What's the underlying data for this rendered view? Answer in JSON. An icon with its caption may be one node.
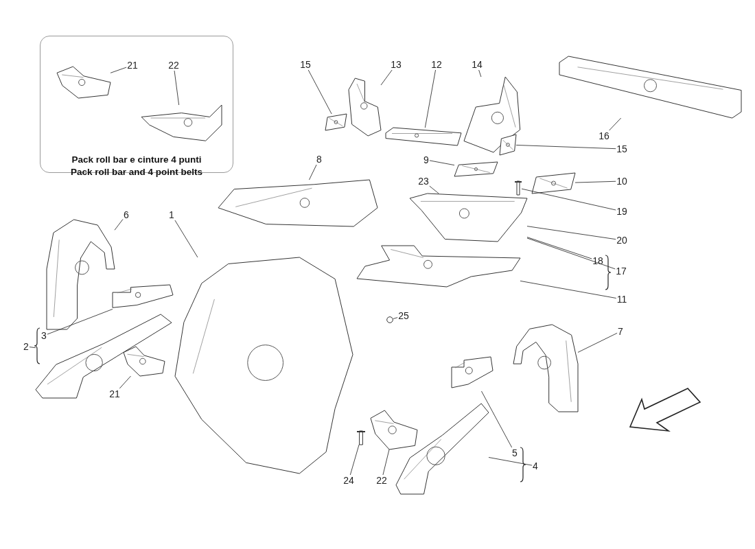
{
  "diagram": {
    "nodes": [
      {
        "text": [
          "Pack roll bar e cinture 4 punti",
          "Pack roll bar and 4 point belts"
        ]
      },
      {
        "text": [
          "21"
        ],
        "in": 0
      },
      {
        "text": [
          "22"
        ],
        "in": 0
      },
      {
        "text": [],
        "shape": "picture",
        "in": 0
      },
      {
        "text": [],
        "shape": "picture",
        "in": 0
      },
      {
        "text": [
          "15"
        ]
      },
      {
        "text": [
          "13"
        ]
      },
      {
        "text": [
          "12"
        ]
      },
      {
        "text": [
          "14"
        ]
      },
      {
        "text": [],
        "shape": "picture"
      },
      {
        "text": [],
        "shape": "picture"
      },
      {
        "text": [],
        "shape": "picture"
      },
      {
        "text": [],
        "shape": "picture"
      },
      {
        "text": [],
        "shape": "picture"
      },
      {
        "text": [
          "16"
        ]
      },
      {
        "text": [],
        "shape": "picture"
      },
      {
        "text": [
          "15"
        ]
      },
      {
        "text": [
          "9"
        ]
      },
      {
        "text": [],
        "shape": "picture"
      },
      {
        "text": [
          "8"
        ]
      },
      {
        "text": [
          "23"
        ]
      },
      {
        "text": [],
        "shape": "picture"
      },
      {
        "text": [],
        "shape": "picture"
      },
      {
        "text": [
          "10"
        ]
      },
      {
        "text": [],
        "shape": "picture"
      },
      {
        "text": [
          "19"
        ]
      },
      {
        "text": [],
        "shape": "picture"
      },
      {
        "text": [
          "20"
        ]
      },
      {
        "text": [],
        "shape": "picture"
      },
      {
        "text": [
          "6"
        ]
      },
      {
        "text": [
          "1"
        ]
      },
      {
        "text": [],
        "shape": "picture"
      },
      {
        "text": [
          "18"
        ]
      },
      {
        "text": [
          "17"
        ]
      },
      {
        "text": [
          "11"
        ]
      },
      {
        "text": [],
        "shape": "picture"
      },
      {
        "text": [
          "25"
        ]
      },
      {
        "text": [],
        "shape": "circle"
      },
      {
        "text": [
          "7"
        ]
      },
      {
        "text": [],
        "shape": "picture"
      },
      {
        "text": [
          "3"
        ]
      },
      {
        "text": [
          "2"
        ]
      },
      {
        "text": [],
        "shape": "picture"
      },
      {
        "text": [],
        "shape": "picture"
      },
      {
        "text": [],
        "shape": "picture"
      },
      {
        "text": [
          "21"
        ]
      },
      {
        "text": [],
        "shape": "picture"
      },
      {
        "text": [],
        "shape": "picture"
      },
      {
        "text": [],
        "shape": "picture"
      },
      {
        "text": [],
        "shape": "picture"
      },
      {
        "text": [
          "5"
        ]
      },
      {
        "text": [
          "4"
        ]
      },
      {
        "text": [
          "24"
        ]
      },
      {
        "text": [
          "22"
        ]
      }
    ],
    "edges": [
      {
        "from": 1,
        "to": 3,
        "arrow": "none"
      },
      {
        "from": 2,
        "to": 4,
        "arrow": "none"
      },
      {
        "from": 5,
        "to": 9,
        "arrow": "none"
      },
      {
        "from": 6,
        "to": 10,
        "arrow": "none"
      },
      {
        "from": 7,
        "to": 11,
        "arrow": "none"
      },
      {
        "from": 8,
        "to": 12,
        "arrow": "none"
      },
      {
        "from": 14,
        "to": 13,
        "arrow": "none"
      },
      {
        "from": 16,
        "to": 15,
        "arrow": "none"
      },
      {
        "from": 17,
        "to": 18,
        "arrow": "none"
      },
      {
        "from": 19,
        "to": 21,
        "arrow": "none"
      },
      {
        "from": 20,
        "to": 26,
        "arrow": "none"
      },
      {
        "from": 23,
        "to": 22,
        "arrow": "none"
      },
      {
        "from": 25,
        "to": 24,
        "arrow": "none"
      },
      {
        "from": 27,
        "to": 26,
        "arrow": "none"
      },
      {
        "from": 32,
        "to": 26,
        "arrow": "none"
      },
      {
        "from": 33,
        "to": 26,
        "arrow": "none"
      },
      {
        "from": 34,
        "to": 28,
        "arrow": "none"
      },
      {
        "from": 29,
        "to": 31,
        "arrow": "none"
      },
      {
        "from": 30,
        "to": 43,
        "arrow": "none"
      },
      {
        "from": 40,
        "to": 35,
        "arrow": "none"
      },
      {
        "from": 41,
        "to": 42,
        "arrow": "none"
      },
      {
        "from": 36,
        "to": 37,
        "arrow": "none"
      },
      {
        "from": 38,
        "to": 39,
        "arrow": "none"
      },
      {
        "from": 45,
        "to": 44,
        "arrow": "none"
      },
      {
        "from": 50,
        "to": 46,
        "arrow": "none"
      },
      {
        "from": 51,
        "to": 47,
        "arrow": "none"
      },
      {
        "from": 52,
        "to": 49,
        "arrow": "none"
      },
      {
        "from": 53,
        "to": 48,
        "arrow": "none"
      }
    ]
  }
}
